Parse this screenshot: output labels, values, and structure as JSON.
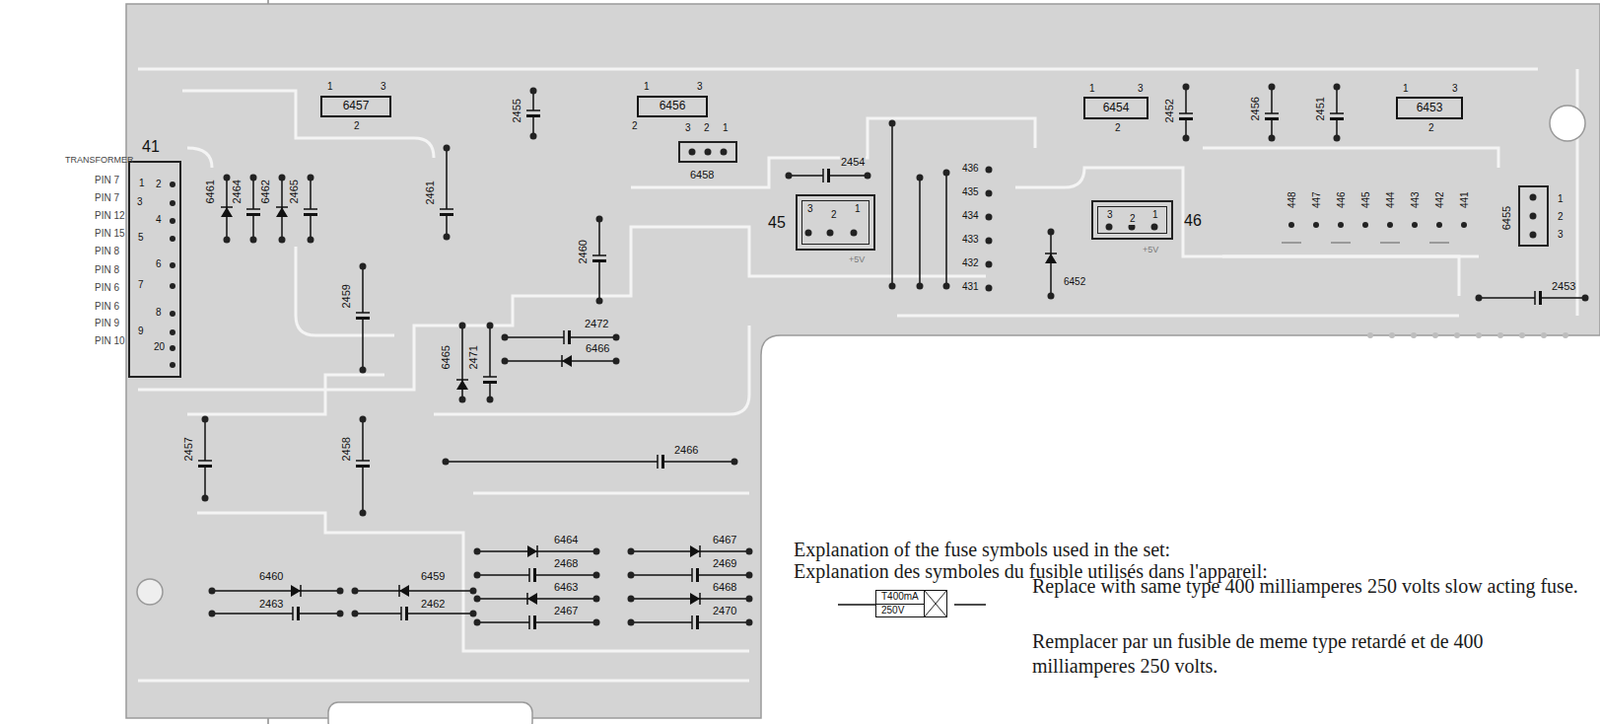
{
  "diagram": {
    "nodes": [
      {
        "text": [
          "41"
        ]
      },
      {
        "text": [
          "6457"
        ]
      },
      {
        "text": [
          "6456"
        ]
      },
      {
        "text": [
          "6458"
        ]
      },
      {
        "text": [
          "45"
        ]
      },
      {
        "text": [
          "6454"
        ]
      },
      {
        "text": [
          "46"
        ]
      },
      {
        "text": [
          "6453"
        ]
      },
      {
        "text": [
          "6455"
        ]
      },
      {
        "text": [
          "T400mA",
          "250V"
        ]
      }
    ],
    "labels": [
      "TRANSFORMER",
      "PIN 7",
      "PIN 7",
      "PIN 12",
      "PIN 15",
      "PIN 8",
      "PIN 8",
      "PIN 6",
      "PIN 6",
      "PIN 9",
      "PIN 10",
      "1",
      "2",
      "3",
      "4",
      "5",
      "6",
      "7",
      "8",
      "9",
      "20",
      "6461",
      "2464",
      "6462",
      "2465",
      "1",
      "3",
      "2",
      "2455",
      "1",
      "3",
      "2",
      "3",
      "2",
      "1",
      "2461",
      "2460",
      "2459",
      "2454",
      "3",
      "2",
      "1",
      "+5V",
      "1",
      "3",
      "2",
      "2452",
      "2456",
      "2451",
      "1",
      "3",
      "2",
      "1",
      "2",
      "3",
      "2453",
      "436",
      "435",
      "434",
      "433",
      "432",
      "431",
      "6452",
      "3",
      "2",
      "1",
      "+5V",
      "448",
      "447",
      "446",
      "445",
      "444",
      "443",
      "442",
      "441",
      "6465",
      "2471",
      "2472",
      "6466",
      "2466",
      "2457",
      "2458",
      "6464",
      "2468",
      "6463",
      "2467",
      "6467",
      "2469",
      "6468",
      "2470",
      "6460",
      "2463",
      "6459",
      "2462",
      "Explanation of the fuse symbols used in the set:",
      "Explanation des symboles du fusible utilisés dans l'appareil:",
      "Replace with same type 400 milliamperes 250 volts slow acting fuse.",
      "Remplacer par un fusible de meme type retardé et de 400 milliamperes 250 volts."
    ]
  }
}
